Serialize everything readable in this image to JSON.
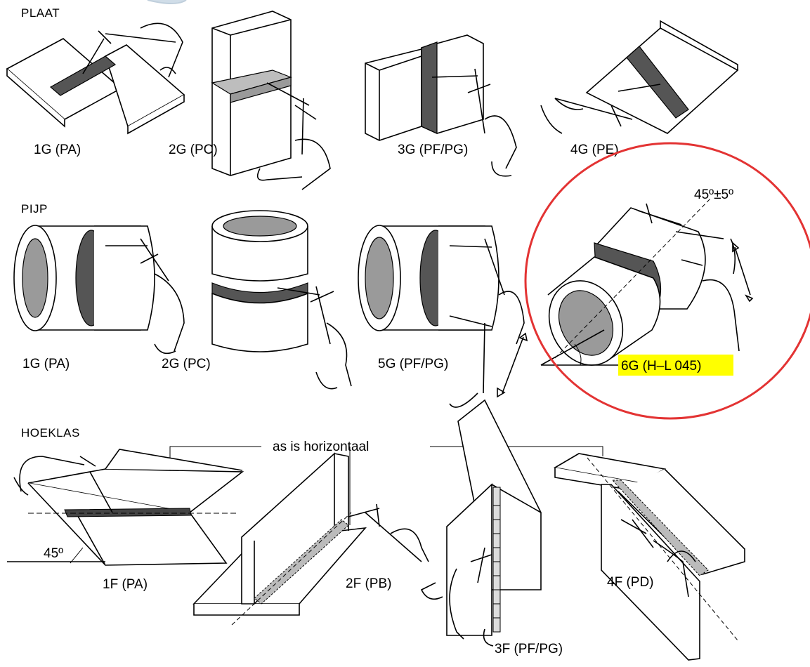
{
  "sections": {
    "plate": "PLAAT",
    "pipe": "PIJP",
    "fillet": "HOEKLAS"
  },
  "plate_labels": [
    "1G (PA)",
    "2G (PC)",
    "3G (PF/PG)",
    "4G (PE)"
  ],
  "pipe_labels": [
    "1G (PA)",
    "2G (PC)",
    "5G (PF/PG)",
    "6G (H–L 045)"
  ],
  "pipe_angle": "45º±5º",
  "fillet_labels": [
    "1F (PA)",
    "2F (PB)",
    "3F (PF/PG)",
    "4F (PD)"
  ],
  "fillet_angle": "45º",
  "axis_note": "as is horizontaal",
  "colors": {
    "highlight": "#ffff00",
    "circle": "#e33333"
  }
}
